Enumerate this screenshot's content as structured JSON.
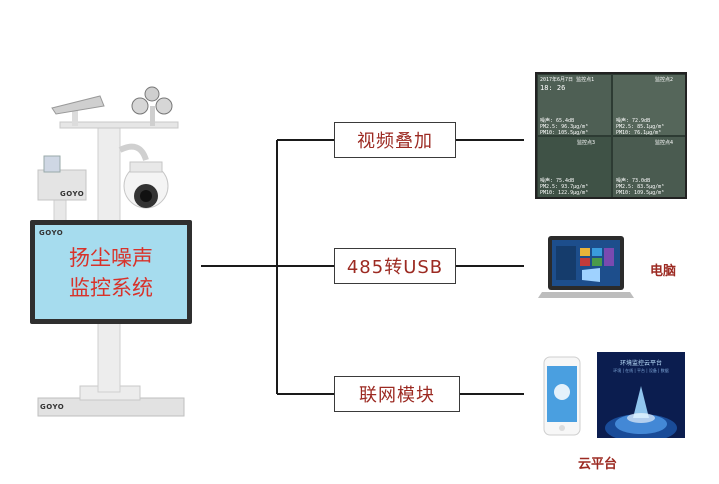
{
  "station": {
    "screen_text_line1": "扬尘噪声",
    "screen_text_line2": "监控系统",
    "brand_left": "GOYO",
    "brand_screen": "GOYO",
    "brand_base": "GOYO"
  },
  "outputs": {
    "video_overlay": "视频叠加",
    "usb_convert": "485转USB",
    "network_module": "联网模块"
  },
  "devices": {
    "computer_label": "电脑",
    "cloud_label": "云平台"
  },
  "monitor": {
    "header": "2017年6月7日 监控点1",
    "time": "18: 26",
    "cam2": "监控点2",
    "cam3": "监控点3",
    "cam4": "监控点4",
    "q1_noise": "噪声: 65.4dB",
    "q1_pm25": "PM2.5: 96.3μg/m³",
    "q1_pm10": "PM10: 105.5μg/m³",
    "q2_noise": "噪声: 72.9dB",
    "q2_pm25": "PM2.5: 85.1μg/m³",
    "q2_pm10": "PM10: 76.1μg/m³",
    "q3_noise": "噪声: 75.4dB",
    "q3_pm25": "PM2.5: 93.7μg/m³",
    "q3_pm10": "PM10: 122.9μg/m³",
    "q4_noise": "噪声: 73.0dB",
    "q4_pm25": "PM2.5: 83.5μg/m³",
    "q4_pm10": "PM10: 109.5μg/m³"
  },
  "cloud_screen": {
    "title": "环境监控云平台",
    "menu": "环境 | 在线 | 平台 | 设备 | 数据"
  },
  "colors": {
    "label_red": "#9c2a22",
    "screen_blue": "#a6dcee",
    "screen_text": "#d8322a",
    "line": "#1a1a1a"
  }
}
